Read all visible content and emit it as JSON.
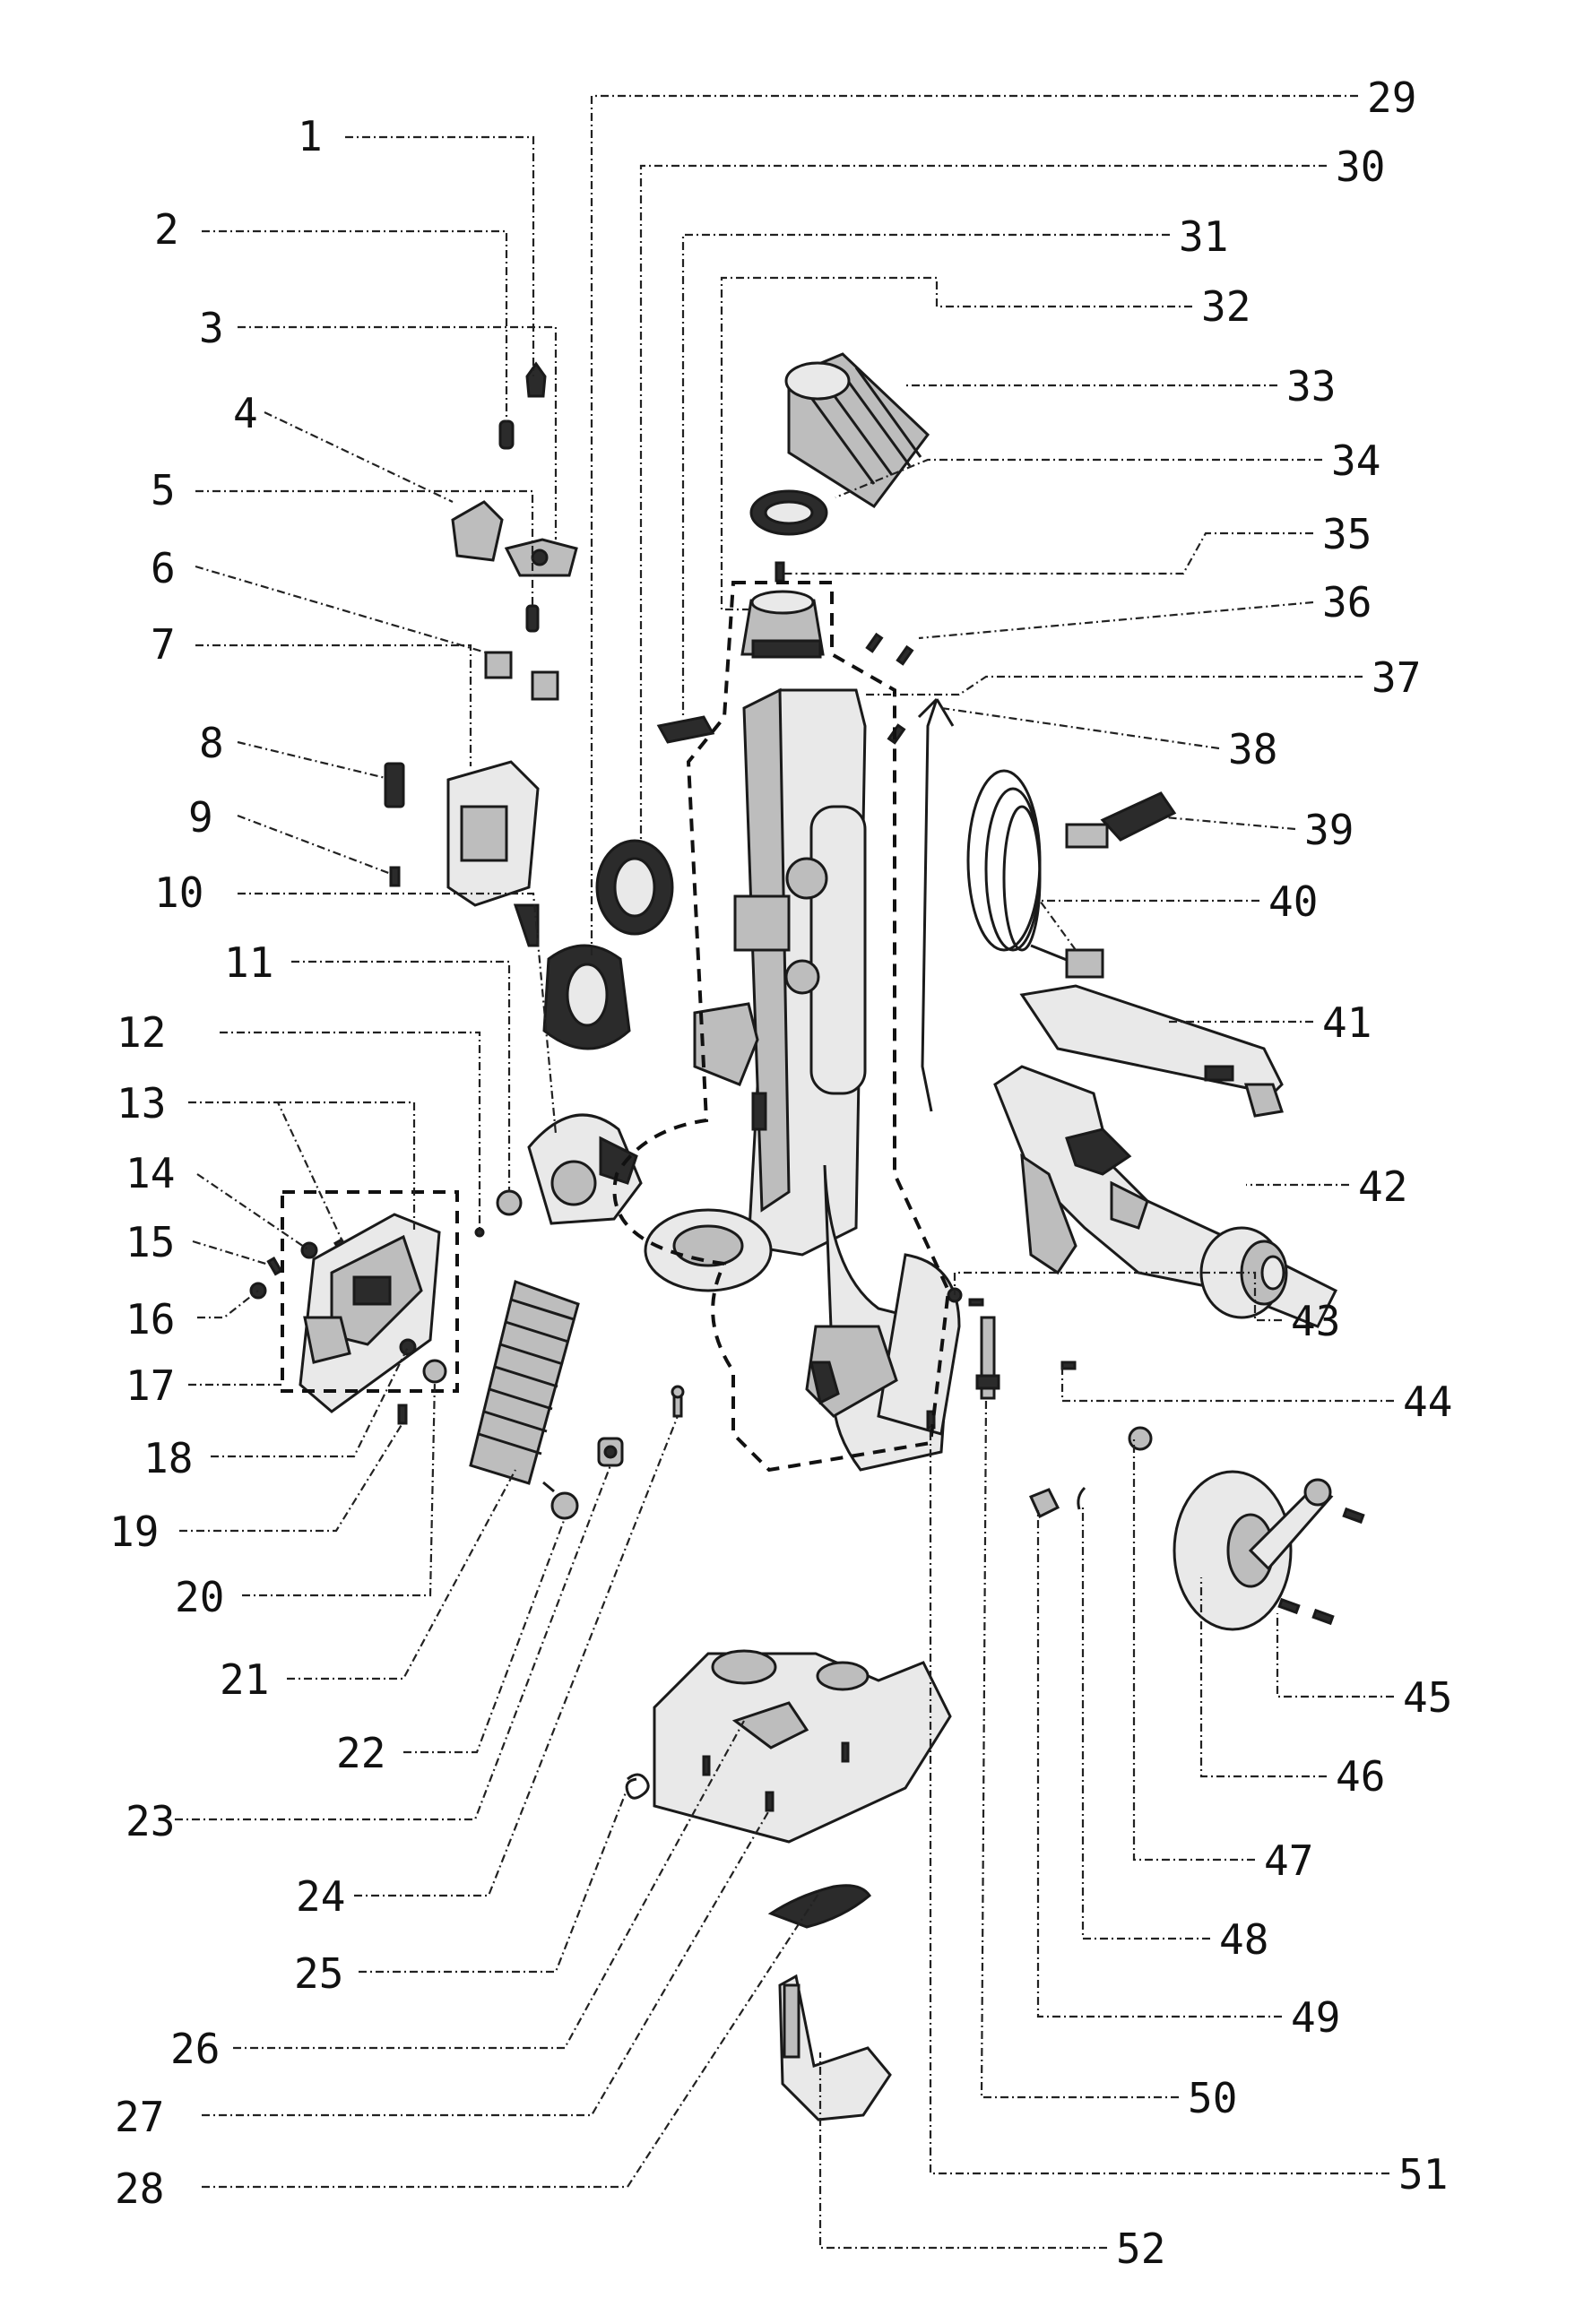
{
  "callouts": [
    "1",
    "2",
    "3",
    "4",
    "5",
    "6",
    "7",
    "8",
    "9",
    "10",
    "11",
    "12",
    "13",
    "14",
    "15",
    "16",
    "17",
    "18",
    "19",
    "20",
    "21",
    "22",
    "23",
    "24",
    "25",
    "26",
    "27",
    "28",
    "29",
    "30",
    "31",
    "32",
    "33",
    "34",
    "35",
    "36",
    "37",
    "38",
    "39",
    "40",
    "41",
    "42",
    "43",
    "44",
    "45",
    "46",
    "47",
    "48",
    "49",
    "50",
    "51",
    "52"
  ]
}
